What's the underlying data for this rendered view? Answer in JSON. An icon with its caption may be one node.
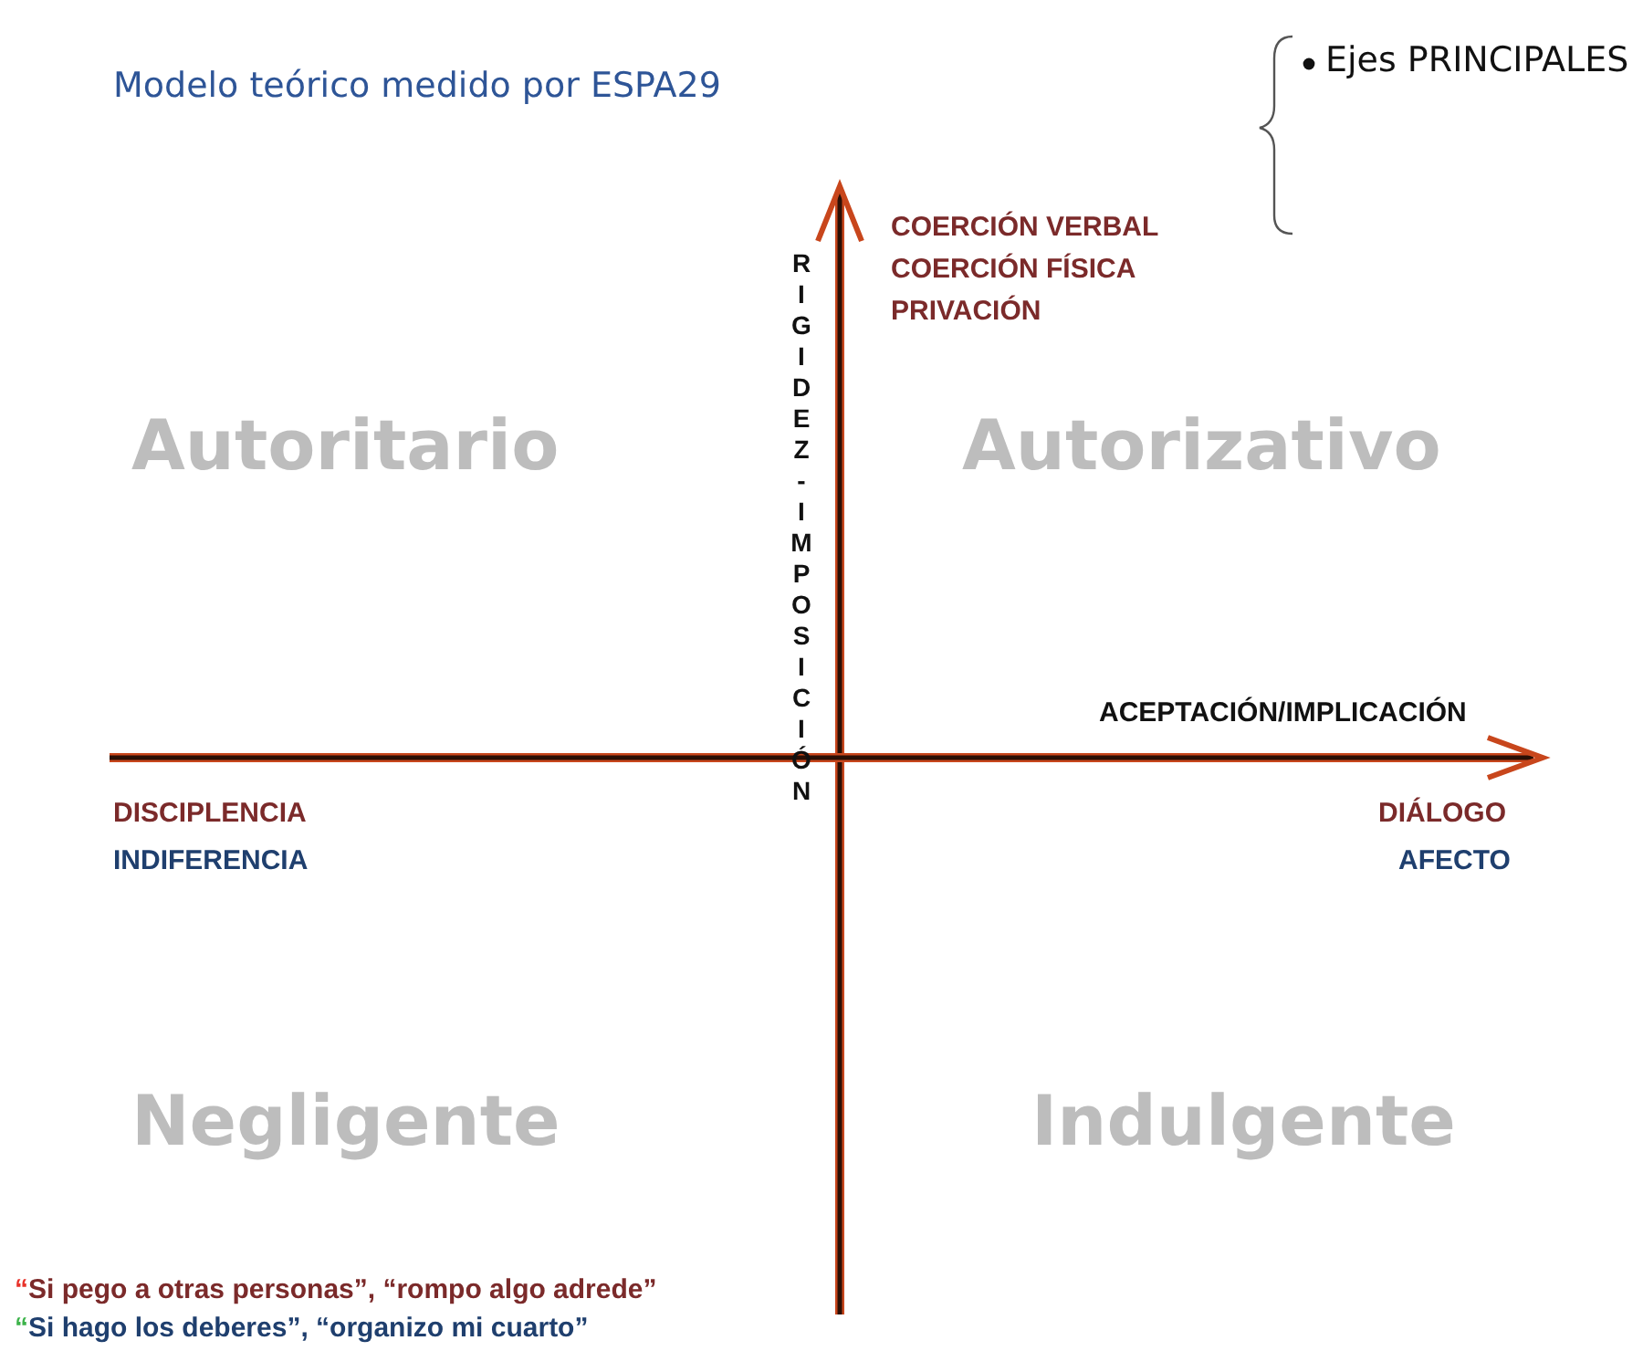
{
  "diagram": {
    "title": "Modelo teórico medido por ESPA29",
    "labels": [
      "Ejes PRINCIPALES",
      "COERCIÓN VERBAL",
      "COERCIÓN FÍSICA",
      "PRIVACIÓN",
      "RIGIDEZ-IMPOSICIÓN",
      "Autoritario",
      "Autorizativo",
      "ACEPTACIÓN/IMPLICACIÓN",
      "DISCIPLENCIA",
      "INDIFERENCIA",
      "DIÁLOGO",
      "AFECTO",
      "Negligente",
      "Indulgente",
      "“Si pego a otras personas”, “rompo algo adrede”",
      "“Si hago los deberes”, “organizo mi cuarto”"
    ]
  }
}
